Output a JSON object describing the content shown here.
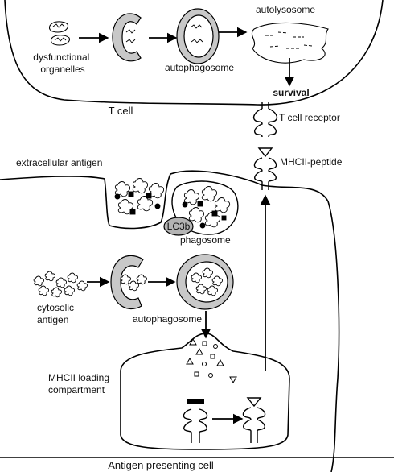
{
  "labels": {
    "dysfunctional_organelles": [
      "dysfunctional",
      "organelles"
    ],
    "autophagosome_top": "autophagosome",
    "autolysosome": "autolysosome",
    "survival": "survival",
    "t_cell": "T cell",
    "t_cell_receptor": "T cell receptor",
    "mhcii_peptide": "MHCII-peptide",
    "extracellular_antigen": "extracellular antigen",
    "lc3b": "LC3b",
    "phagosome": "phagosome",
    "cytosolic_antigen": [
      "cytosolic",
      "antigen"
    ],
    "autophagosome_bottom": "autophagosome",
    "mhcii_loading_compartment": [
      "MHCII loading",
      "compartment"
    ],
    "antigen_presenting_cell": "Antigen presenting cell"
  },
  "colors": {
    "vesicle_outer": "#c8c8c8",
    "lc3b_fill": "#b4b4b4",
    "ink": "#000000"
  }
}
